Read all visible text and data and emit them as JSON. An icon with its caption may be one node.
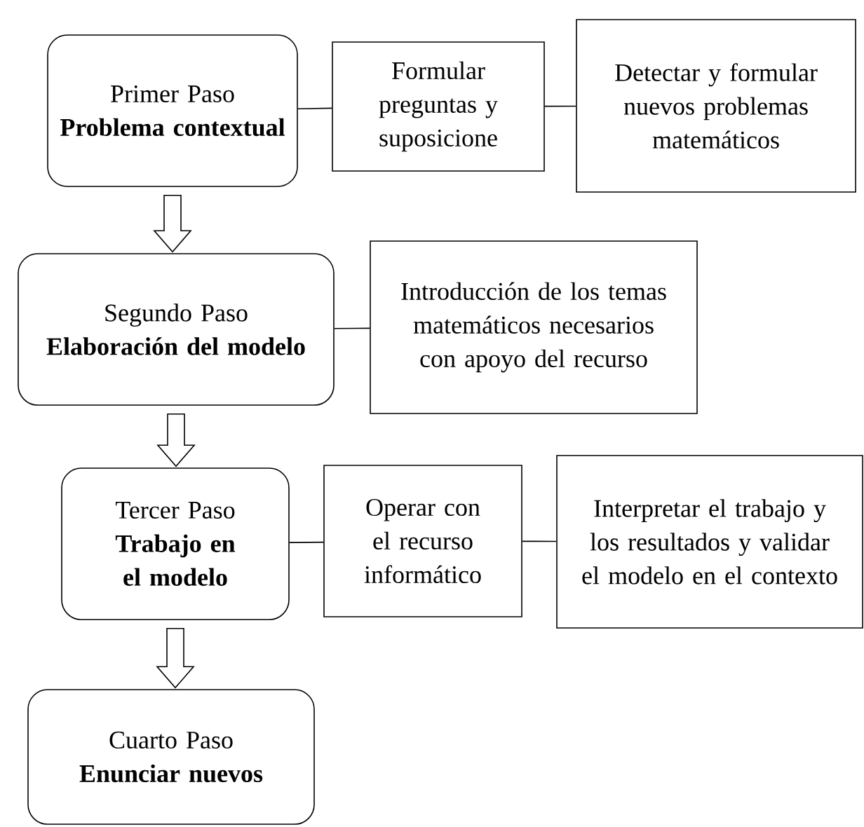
{
  "diagram": {
    "nodes": [
      {
        "text": [
          "Primer Paso",
          "Problema contextual"
        ]
      },
      {
        "text": [
          "Formular preguntas y suposicione"
        ]
      },
      {
        "text": [
          "Detectar y formular nuevos problemas matemáticos"
        ]
      },
      {
        "text": [
          "Segundo Paso",
          "Elaboración del modelo"
        ]
      },
      {
        "text": [
          "Introducción de los temas matemáticos necesarios con apoyo del recurso"
        ]
      },
      {
        "text": [
          "Tercer Paso",
          "Trabajo en el modelo"
        ]
      },
      {
        "text": [
          "Operar con el recurso informático"
        ]
      },
      {
        "text": [
          "Interpretar el trabajo y los resultados y validar el modelo en el contexto"
        ]
      },
      {
        "text": [
          "Cuarto Paso",
          "Enunciar nuevos"
        ]
      }
    ],
    "edges": [
      {
        "from": 0,
        "to": 1,
        "arrow": "none"
      },
      {
        "from": 1,
        "to": 2,
        "arrow": "none"
      },
      {
        "from": 0,
        "to": 3,
        "arrow": "to"
      },
      {
        "from": 3,
        "to": 4,
        "arrow": "none"
      },
      {
        "from": 3,
        "to": 5,
        "arrow": "to"
      },
      {
        "from": 5,
        "to": 6,
        "arrow": "none"
      },
      {
        "from": 6,
        "to": 7,
        "arrow": "none"
      },
      {
        "from": 5,
        "to": 8,
        "arrow": "to"
      }
    ]
  }
}
